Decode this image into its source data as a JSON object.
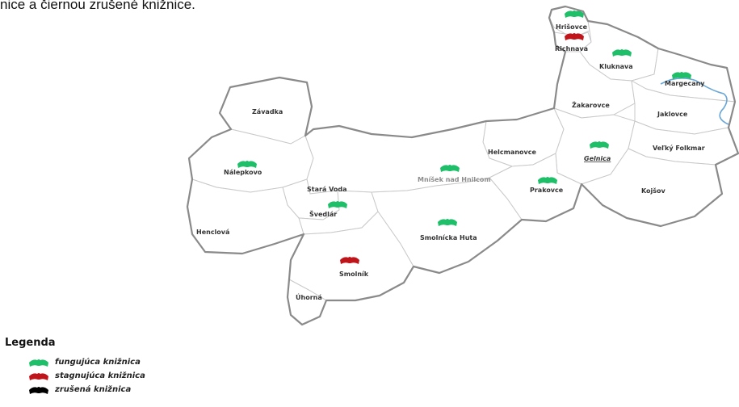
{
  "caption": "nice a čiernou zrušené knižnice.",
  "colors": {
    "functioning": "#1fbf6a",
    "stagnating": "#c0141b",
    "closed": "#000000",
    "river": "#6aa7d8"
  },
  "places": [
    {
      "id": "hrisovce",
      "name": "Hrišovce",
      "status": "functioning"
    },
    {
      "id": "richnava",
      "name": "Richnava",
      "status": "stagnating"
    },
    {
      "id": "kluknava",
      "name": "Kluknava",
      "status": "functioning"
    },
    {
      "id": "margecany",
      "name": "Margecany",
      "status": "functioning"
    },
    {
      "id": "zakarovce",
      "name": "Žakarovce",
      "status": "none"
    },
    {
      "id": "jaklovce",
      "name": "Jaklovce",
      "status": "none"
    },
    {
      "id": "zavadka",
      "name": "Závadka",
      "status": "none"
    },
    {
      "id": "helcmanovce",
      "name": "Helcmanovce",
      "status": "none"
    },
    {
      "id": "gelnica",
      "name": "Gelnica",
      "status": "functioning"
    },
    {
      "id": "velky-folkmar",
      "name": "Veľký Folkmar",
      "status": "none"
    },
    {
      "id": "nalepkovo",
      "name": "Nálepkovo",
      "status": "functioning"
    },
    {
      "id": "mnisek",
      "name": "Mníšek nad Hnilcom",
      "status": "functioning"
    },
    {
      "id": "prakovce",
      "name": "Prakovce",
      "status": "functioning"
    },
    {
      "id": "kojsov",
      "name": "Kojšov",
      "status": "none"
    },
    {
      "id": "stara-voda",
      "name": "Stará Voda",
      "status": "none"
    },
    {
      "id": "svedlar",
      "name": "Švedlár",
      "status": "functioning"
    },
    {
      "id": "henclova",
      "name": "Henclová",
      "status": "none"
    },
    {
      "id": "smolnicka-huta",
      "name": "Smolnícka Huta",
      "status": "functioning"
    },
    {
      "id": "smolnik",
      "name": "Smolník",
      "status": "stagnating"
    },
    {
      "id": "uhorna",
      "name": "Úhorná",
      "status": "none"
    }
  ],
  "legend": {
    "title": "Legenda",
    "items": [
      {
        "label": "fungujúca knižnica",
        "status": "functioning"
      },
      {
        "label": "stagnujúca knižnica",
        "status": "stagnating"
      },
      {
        "label": "zrušená knižnica",
        "status": "closed"
      }
    ]
  }
}
